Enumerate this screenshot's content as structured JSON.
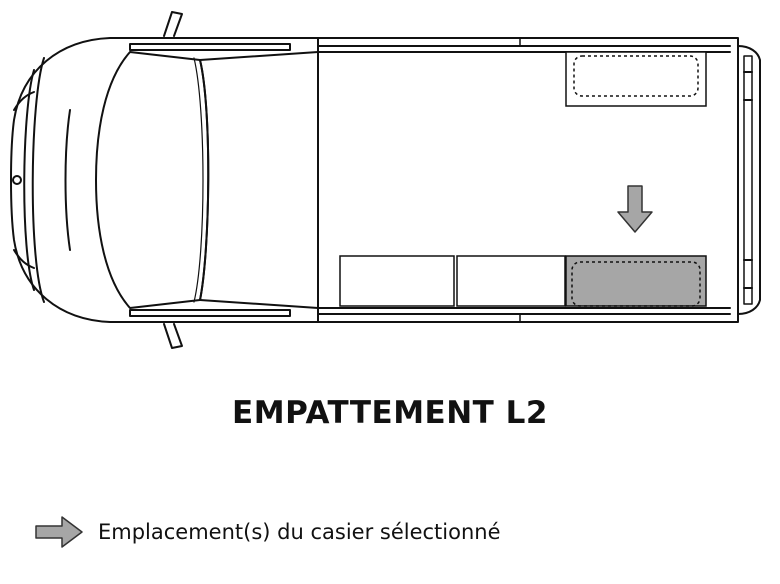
{
  "title": "EMPATTEMENT L2",
  "legend": {
    "icon": "arrow-right-icon",
    "label": "Emplacement(s) du casier sélectionné"
  },
  "colors": {
    "line": "#111111",
    "highlight": "#a6a6a6",
    "arrow": "#a6a6a6",
    "background": "#ffffff"
  },
  "compartments": [
    {
      "id": "front-right-locker",
      "selected": false
    },
    {
      "id": "rear-left-locker",
      "selected": false
    },
    {
      "id": "rear-center-locker",
      "selected": false
    },
    {
      "id": "rear-right-locker",
      "selected": true
    }
  ]
}
